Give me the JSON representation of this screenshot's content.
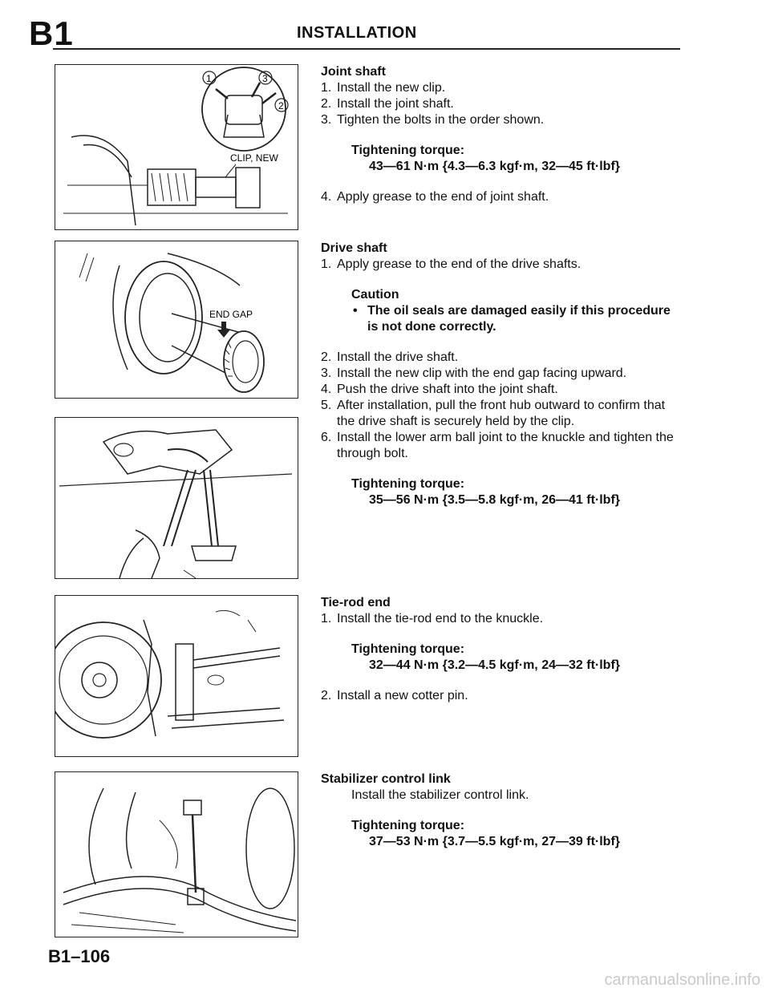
{
  "header": {
    "section": "B1",
    "title": "INSTALLATION"
  },
  "figures": {
    "fig1": {
      "callouts": [
        "1",
        "3",
        "2"
      ],
      "label": "CLIP, NEW"
    },
    "fig2": {
      "label": "END GAP"
    }
  },
  "joint_shaft": {
    "heading": "Joint shaft",
    "steps": [
      {
        "n": "1.",
        "text": "Install the new clip."
      },
      {
        "n": "2.",
        "text": "Install the joint shaft."
      },
      {
        "n": "3.",
        "text": "Tighten the bolts in the order shown."
      }
    ],
    "torque_label": "Tightening torque:",
    "torque_value": "43—61 N·m {4.3—6.3 kgf·m, 32—45 ft·lbf}",
    "step4": {
      "n": "4.",
      "text": "Apply grease to the end of joint shaft."
    }
  },
  "drive_shaft": {
    "heading": "Drive shaft",
    "step1": {
      "n": "1.",
      "text": "Apply grease to the end of the drive shafts."
    },
    "caution_label": "Caution",
    "caution_text": "The oil seals are damaged easily if this procedure is not done correctly.",
    "steps": [
      {
        "n": "2.",
        "text": "Install the drive shaft."
      },
      {
        "n": "3.",
        "text": "Install the new clip with the end gap facing upward."
      },
      {
        "n": "4.",
        "text": "Push the drive shaft into the joint shaft."
      },
      {
        "n": "5.",
        "text": "After installation, pull the front hub outward to confirm that the drive shaft is securely held by the clip."
      },
      {
        "n": "6.",
        "text": "Install the lower arm ball joint to the knuckle and tighten the through bolt."
      }
    ],
    "torque_label": "Tightening torque:",
    "torque_value": "35—56 N·m {3.5—5.8 kgf·m, 26—41 ft·lbf}"
  },
  "tie_rod": {
    "heading": "Tie-rod end",
    "step1": {
      "n": "1.",
      "text": "Install the tie-rod end to the knuckle."
    },
    "torque_label": "Tightening torque:",
    "torque_value": "32—44 N·m {3.2—4.5 kgf·m, 24—32 ft·lbf}",
    "step2": {
      "n": "2.",
      "text": "Install a new cotter pin."
    }
  },
  "stabilizer": {
    "heading": "Stabilizer control link",
    "text": "Install the stabilizer control link.",
    "torque_label": "Tightening torque:",
    "torque_value": "37—53 N·m {3.7—5.5 kgf·m, 27—39 ft·lbf}"
  },
  "footer": {
    "page_number": "B1–106",
    "watermark": "carmanualsonline.info"
  }
}
